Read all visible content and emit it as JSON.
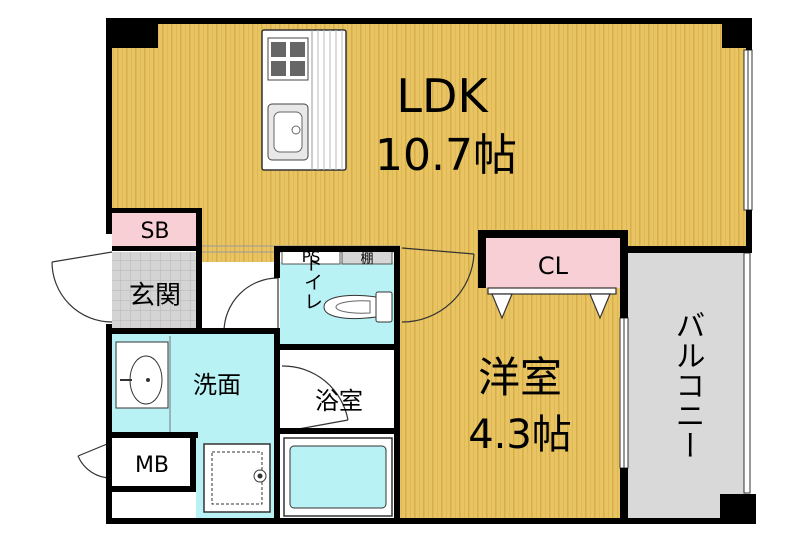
{
  "rooms": {
    "ldk_name": "LDK",
    "ldk_size": "10.7帖",
    "western_name": "洋室",
    "western_size": "4.3帖",
    "closet": "CL",
    "balcony": "バルコニー",
    "shoebox": "SB",
    "entrance": "玄関",
    "pipe_space": "PS",
    "shelf": "棚",
    "toilet": "トイレ",
    "washroom": "洗面",
    "bathroom": "浴室",
    "meter_box": "MB"
  },
  "colors": {
    "floor_wood": "#e8c463",
    "floor_stripe": "#d9ad48",
    "wet_area": "#b9f2f5",
    "entrance_gray": "#d4d4d4",
    "storage_pink": "#f7cfd4",
    "balcony_gray": "#d9d9d9",
    "wall": "#000000"
  }
}
